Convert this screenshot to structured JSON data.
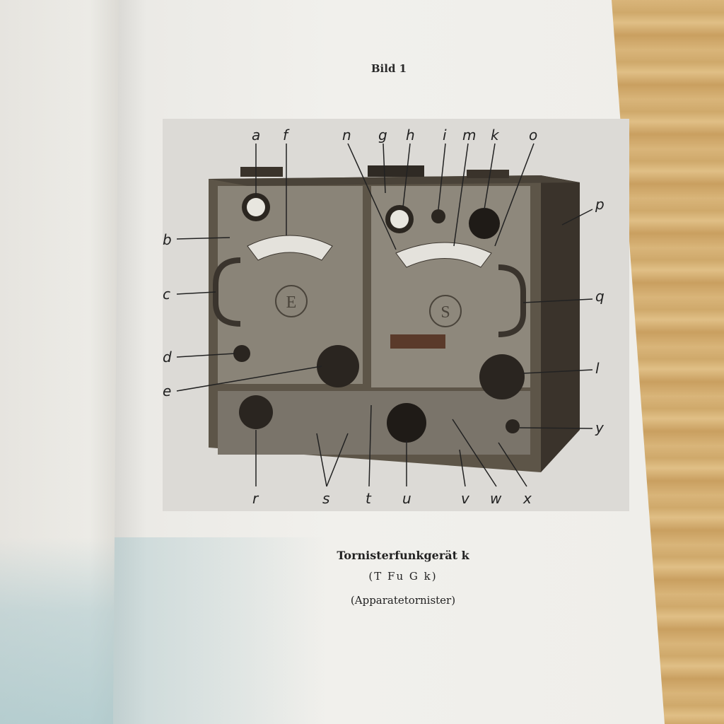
{
  "page": {
    "heading": "Bild 1"
  },
  "figure": {
    "front_labels": {
      "left_panel": "E",
      "right_panel": "S"
    },
    "callouts": [
      "a",
      "f",
      "n",
      "g",
      "h",
      "i",
      "m",
      "k",
      "o",
      "p",
      "b",
      "c",
      "q",
      "d",
      "l",
      "e",
      "y",
      "r",
      "s",
      "t",
      "u",
      "v",
      "w",
      "x"
    ]
  },
  "caption": {
    "title": "Tornisterfunkgerät k",
    "abbreviation": "(T Fu G k)",
    "subtitle": "(Apparatetornister)"
  }
}
